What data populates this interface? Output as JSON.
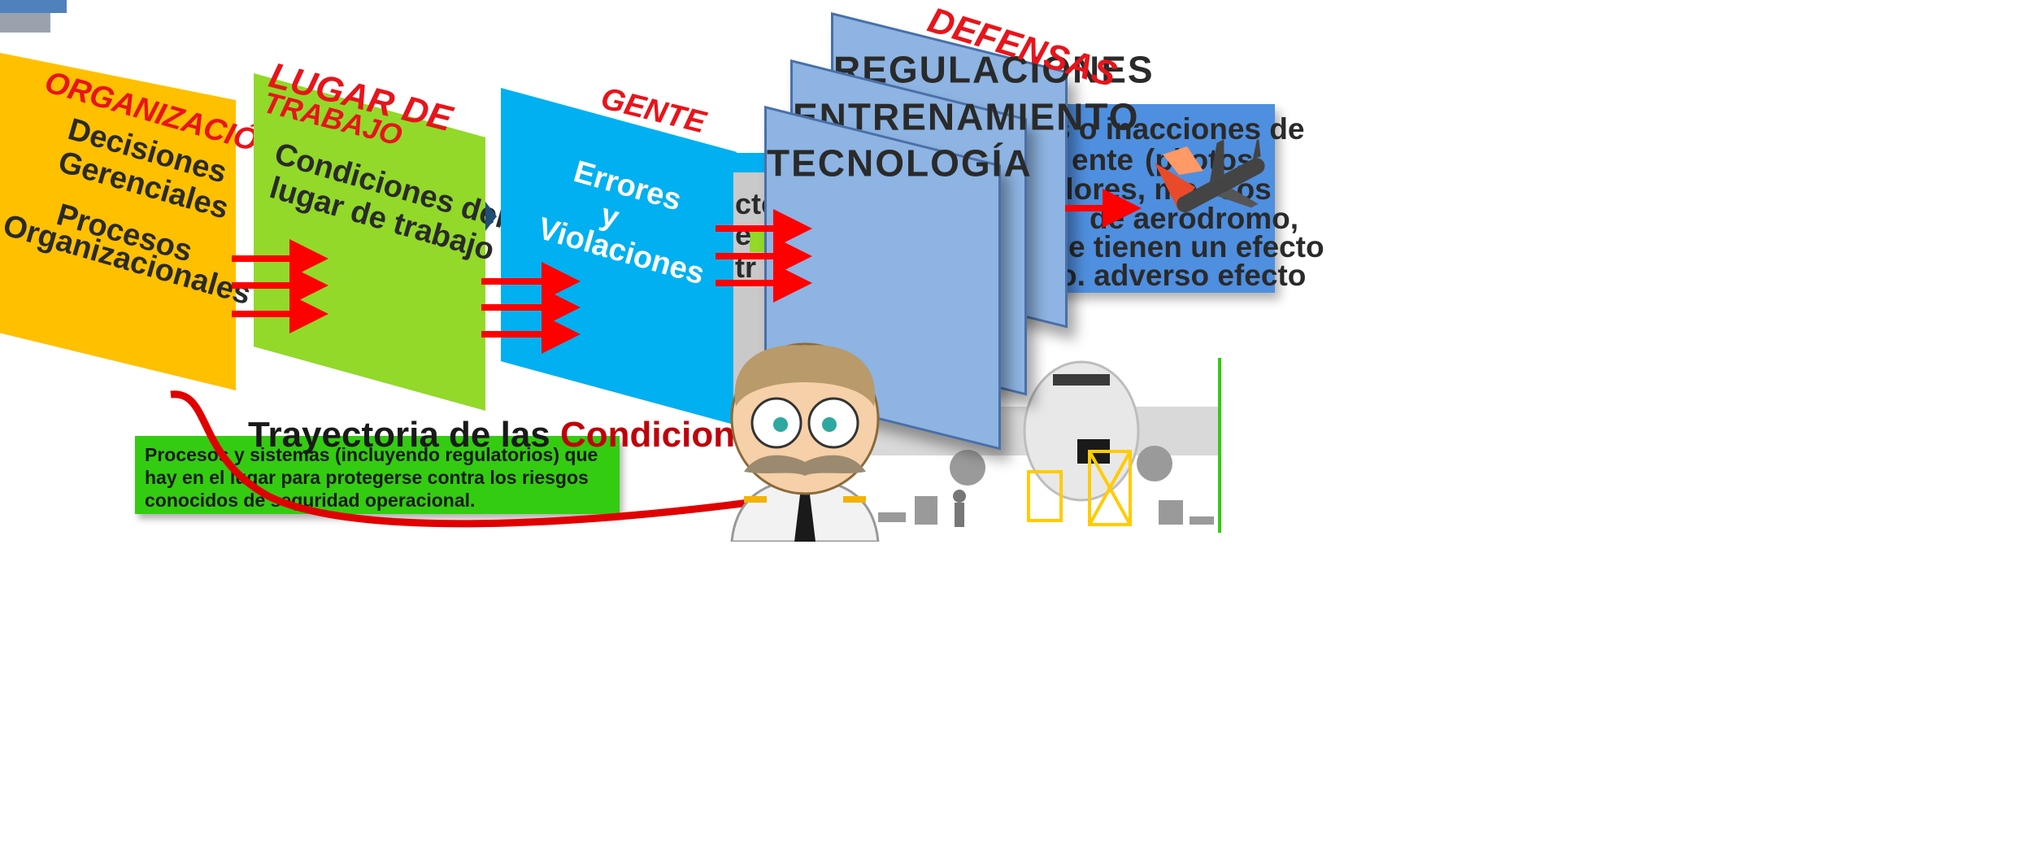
{
  "headers": {
    "organizacion": "ORGANIZACIÓN",
    "lugar_line1": "LUGAR DE",
    "lugar_line2": "TRABAJO",
    "gente": "GENTE",
    "defensas": "DEFENSAS"
  },
  "panels": {
    "organizacion_l1": "Decisiones",
    "organizacion_l2": "Gerenciales",
    "organizacion_l3": "Procesos",
    "organizacion_l4": "Organizacionales",
    "lugar_l1": "Condiciones del",
    "lugar_l2": "lugar de trabajo",
    "gente_l1": "Errores",
    "gente_l2": "y",
    "gente_l3": "Violaciones"
  },
  "defenses": {
    "regulaciones": "REGULACIONES",
    "entrenamiento": "ENTRENAMIENTO",
    "tecnologia": "TECNOLOGÍA"
  },
  "partial_text": {
    "behind_l1": "cte",
    "behind_l2": "e",
    "behind_l3": "tr",
    "right_l1": "s o inacciones de",
    "right_l2": "ente",
    "right_l3": "(pilotos,",
    "right_l4": "dores, me",
    "right_l5": "sos",
    "right_l6": "de aeródromo,",
    "right_l7": "e tienen un efecto",
    "right_l8": "o. adverso efecto"
  },
  "trajectory": {
    "title_prefix": "Trayectoria de las ",
    "title_highlight": "Condiciones"
  },
  "green_box": {
    "line1": "Procesos y sistemas (incluyendo regulatorios) que",
    "line2": "hay en el lugar para protegerse contra los riesgos",
    "line3": "conocidos de seguridad operacional."
  },
  "colors": {
    "org": "#ffc000",
    "lugar": "#92d929",
    "gente": "#00b0f0",
    "defense": "#8db4e2",
    "header_red": "#e8141b",
    "arrow_red": "#ff0000",
    "green_box": "#33cc11",
    "right_box": "#4f8fdf"
  }
}
